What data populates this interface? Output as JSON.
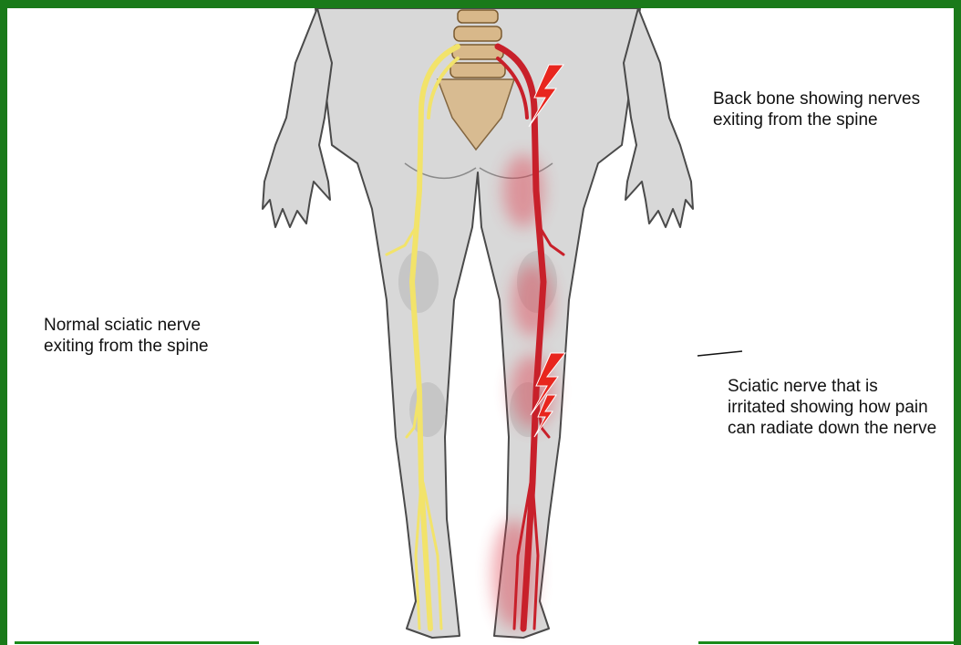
{
  "annotations": {
    "back_bone": "Back bone showing nerves exiting from the spine",
    "normal_nerve": "Normal sciatic nerve exiting from the spine",
    "irritated_nerve": "Sciatic nerve that is irritated showing how pain can radiate down the nerve"
  },
  "colors": {
    "frame": "#1a7a1a",
    "body": "#d6d6d6",
    "outline": "#444444",
    "normal_nerve": "#f2e36a",
    "irritated_nerve": "#c8202a",
    "spine": "#d8b88a",
    "lightning": "#e8261e"
  }
}
